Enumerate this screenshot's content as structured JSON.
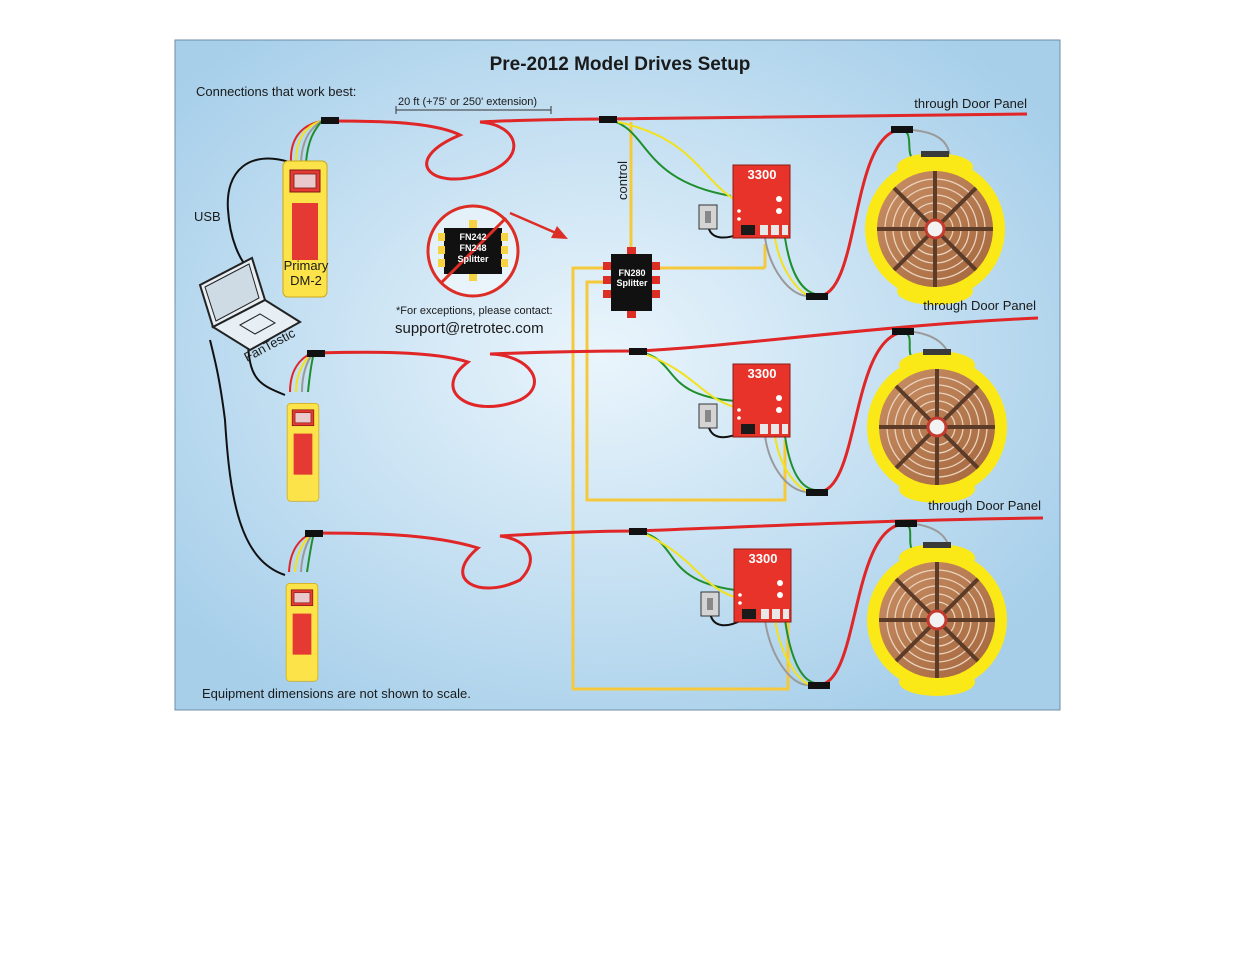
{
  "diagram": {
    "title": "Pre-2012 Model Drives Setup",
    "connections_label": "Connections that work best:",
    "extension_label": "20 ft (+75' or 250' extension)",
    "door_panel_label": "through Door Panel",
    "control_label": "control",
    "usb_label": "USB",
    "primary_label": "Primary",
    "dm2_label": "DM-2",
    "laptop_label": "FanTestic",
    "old_splitter_lines": [
      "FN242",
      "FN248",
      "Splitter"
    ],
    "new_splitter_lines": [
      "FN280",
      "Splitter"
    ],
    "exceptions_note": "*For exceptions, please contact:",
    "support_email": "support@retrotec.com",
    "board_label": "3300",
    "footnote": "Equipment dimensions are not shown to scale."
  },
  "colors": {
    "background": "#a9d0ec",
    "cable_red": "#e02626",
    "gauge_yellow": "#fde34a",
    "fan_yellow": "#fbe817",
    "board_red": "#e8332a",
    "control_yellow": "#f6c93c"
  }
}
